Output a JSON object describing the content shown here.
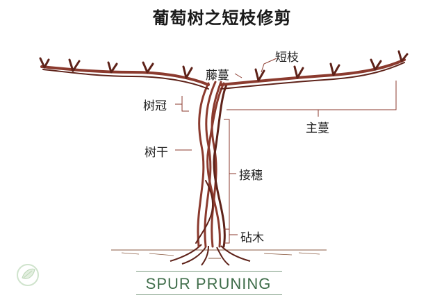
{
  "title": "葡萄树之短枝修剪",
  "labels": {
    "short_branch": "短枝",
    "vine_shoot": "藤蔓",
    "crown": "树冠",
    "cordon": "主蔓",
    "trunk": "树干",
    "scion": "接穗",
    "rootstock": "砧木"
  },
  "caption": "SPUR PRUNING",
  "colors": {
    "vine": "#8b3a2e",
    "vine_dark": "#5e2219",
    "caption": "#3f6d4a",
    "leader_line": "#8b3a2e"
  },
  "icons": {
    "watermark": "leaf-logo-icon"
  }
}
